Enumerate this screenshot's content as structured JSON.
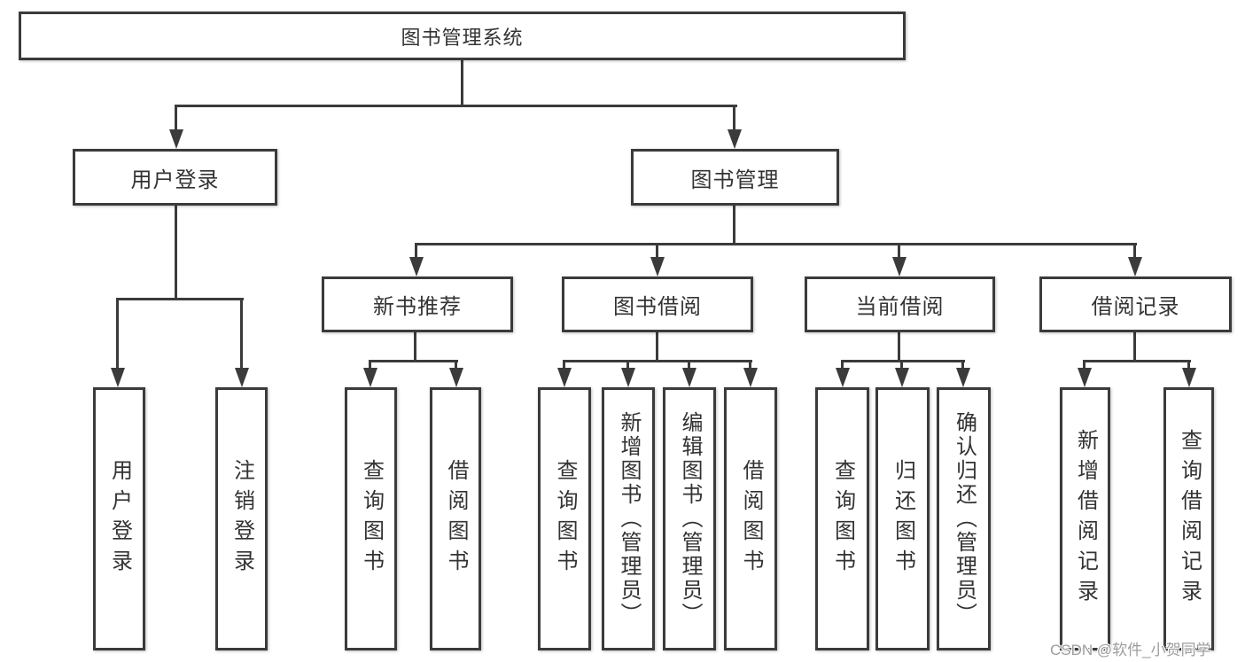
{
  "diagram": {
    "root": {
      "label": "图书管理系统"
    },
    "level1": [
      {
        "id": "user-login",
        "label": "用户登录"
      },
      {
        "id": "book-management",
        "label": "图书管理"
      }
    ],
    "level2": [
      {
        "id": "new-book-recommend",
        "label": "新书推荐"
      },
      {
        "id": "book-borrow",
        "label": "图书借阅"
      },
      {
        "id": "current-borrow",
        "label": "当前借阅"
      },
      {
        "id": "borrow-records",
        "label": "借阅记录"
      }
    ],
    "leaves": {
      "user_login": [
        "用户登录",
        "注销登录"
      ],
      "new_book_recommend": [
        "查询图书",
        "借阅图书"
      ],
      "book_borrow": [
        "查询图书",
        "新增图书（管理员）",
        "编辑图书（管理员）",
        "借阅图书"
      ],
      "current_borrow": [
        "查询图书",
        "归还图书",
        "确认归还（管理员）"
      ],
      "borrow_records": [
        "新增借阅记录",
        "查询借阅记录"
      ]
    }
  },
  "watermark": {
    "text": "CSDN @软件_小贺同学"
  },
  "colors": {
    "line": "#3b3b3b",
    "text": "#333333",
    "background": "#ffffff",
    "watermark": "#9c9c9c"
  }
}
